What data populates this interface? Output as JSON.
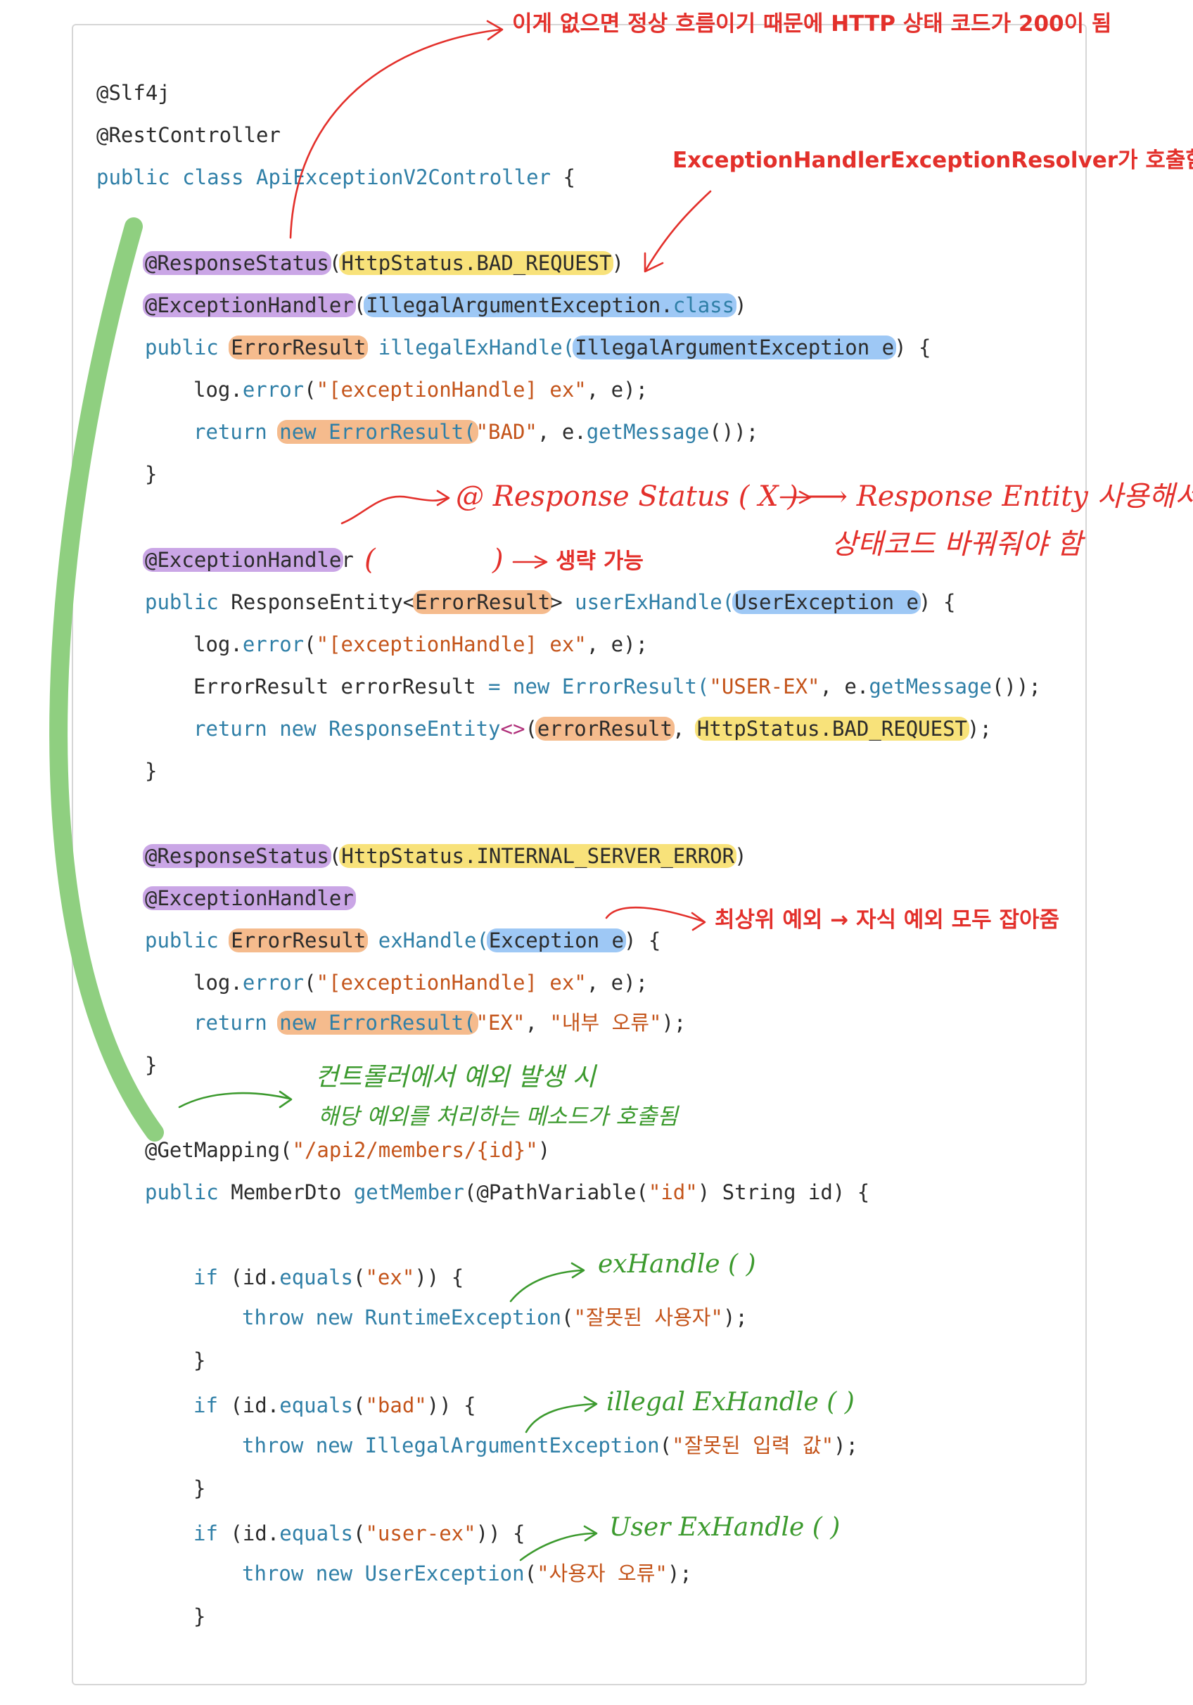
{
  "code": {
    "l1": "@Slf4j",
    "l2": "@RestController",
    "l3_kw": "public class",
    "l3_name": "ApiExceptionV2Controller",
    "l3_brace": " {",
    "rs1": "@ResponseStatus",
    "rs1_val": "HttpStatus.BAD_REQUEST",
    "eh1": "@ExceptionHandler",
    "eh1_arg": "IllegalArgumentException.",
    "eh1_class": "class",
    "m1_public": "public",
    "m1_type": "ErrorResult",
    "m1_name": "illegalExHandle(",
    "m1_param": "IllegalArgumentException e",
    "m1_end": ") {",
    "log1_a": "log.",
    "log1_b": "error",
    "log1_c": "(",
    "log1_str": "\"[exceptionHandle] ex\"",
    "log1_d": ", e);",
    "ret1_kw": "return",
    "ret1_new": "new ErrorResult(",
    "ret1_str": "\"BAD\"",
    "ret1_a": ", e.",
    "ret1_m": "getMessage",
    "ret1_b": "());",
    "close": "}",
    "eh2": "@ExceptionHandle",
    "eh2_r": "r",
    "m2_public": "public",
    "m2_a": "ResponseEntity<",
    "m2_type": "ErrorResult",
    "m2_b": ">",
    "m2_name": "userExHandle(",
    "m2_param": "UserException e",
    "m2_end": ") {",
    "er_a": "ErrorResult errorResult",
    "er_eq": "=",
    "er_new": "new",
    "er_cls": "ErrorResult(",
    "er_str": "\"USER-EX\"",
    "er_b": ", e.",
    "er_m": "getMessage",
    "er_c": "());",
    "ret2_kw": "return new",
    "ret2_cls": "ResponseEntity",
    "ret2_diamond": "<>",
    "ret2_p": "(",
    "ret2_arg": "errorResult",
    "ret2_comma": ", ",
    "ret2_status": "HttpStatus.BAD_REQUEST",
    "ret2_end": ");",
    "rs3": "@ResponseStatus",
    "rs3_val": "HttpStatus.INTERNAL_SERVER_ERROR",
    "eh3": "@ExceptionHandler",
    "m3_public": "public",
    "m3_type": "ErrorResult",
    "m3_name": "exHandle(",
    "m3_param": "Exception e",
    "m3_end": ") {",
    "ret3_kw": "return",
    "ret3_new": "new ErrorResult(",
    "ret3_s1": "\"EX\"",
    "ret3_comma": ", ",
    "ret3_s2": "\"내부 오류\"",
    "ret3_end": ");",
    "gm_a": "@GetMapping(",
    "gm_str": "\"/api2/members/{id}\"",
    "gm_b": ")",
    "gmm_public": "public",
    "gmm_a": "MemberDto",
    "gmm_name": "getMember",
    "gmm_b": "(@PathVariable(",
    "gmm_str": "\"id\"",
    "gmm_c": ") String id) {",
    "if_kw": "if",
    "if_a": "(id.",
    "if_eq": "equals",
    "if_p": "(",
    "if1_str": "\"ex\"",
    "if_end": ")) {",
    "throw_kw": "throw new",
    "t1_cls": "RuntimeException",
    "t1_str": "\"잘못된 사용자\"",
    "t_end": ");",
    "if2_str": "\"bad\"",
    "t2_cls": "IllegalArgumentException",
    "t2_str": "\"잘못된 입력 값\"",
    "if3_str": "\"user-ex\"",
    "t3_cls": "UserException",
    "t3_str": "\"사용자 오류\""
  },
  "annotations": {
    "top_note": "이게 없으면 정상 흐름이기 때문에 HTTP 상태 코드가 200이 됨",
    "resolver_note": "ExceptionHandlerExceptionResolver가 호출함",
    "rs_note": "@ Response Status  ( X )  ⟶  Response Entity  사용해서",
    "rs_note2": "상태코드  바꿔줘야  함",
    "omit_left": "(",
    "omit_right": ")",
    "omit_note": "생략 가능",
    "top_ex_note": "최상위 예외 → 자식 예외 모두 잡아줌",
    "ctrl_note1": "컨트롤러에서   예외  발생  시",
    "ctrl_note2": "해당  예외를  처리하는  메소드가  호출됨",
    "h_ex": "exHandle ( )",
    "h_illegal": "illegal ExHandle ( )",
    "h_user": "User ExHandle ( )"
  },
  "colors": {
    "red_ink": "#e3302b",
    "green_ink": "#3c9a2e",
    "bracket_green": "#8fcf80",
    "keyword": "#2f7fa7",
    "string": "#c4541a",
    "highlight_purple": "#caa6e6",
    "highlight_yellow": "#f8e27a",
    "highlight_blue": "#9ec8f5",
    "highlight_orange": "#f5bb8d"
  }
}
